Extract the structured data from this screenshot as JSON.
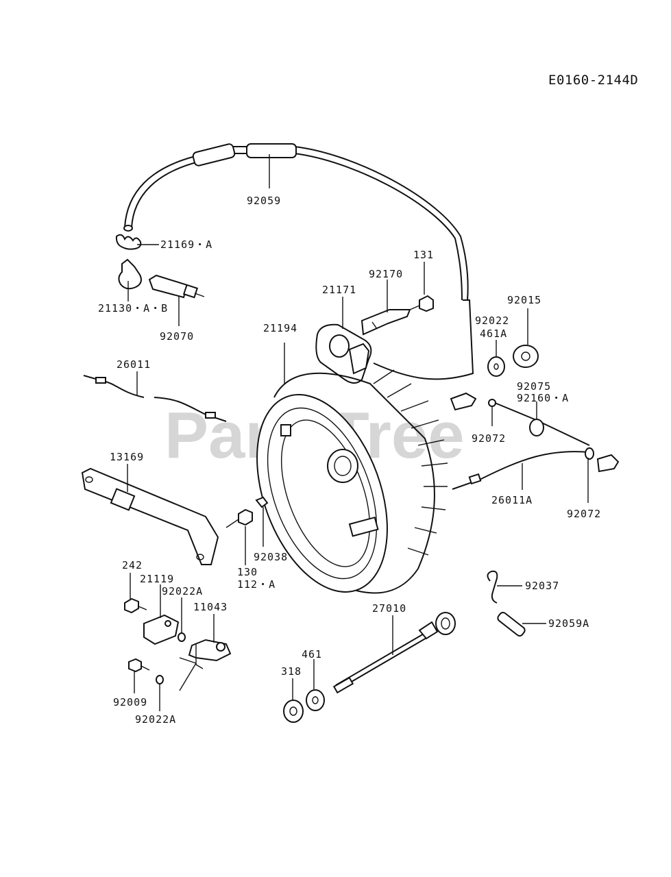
{
  "diagram_code": "E0160-2144D",
  "watermark": "PartsTree",
  "labels": {
    "p92059": "92059",
    "p21169A": "21169・A",
    "p21130AB": "21130・A・B",
    "p92070": "92070",
    "p131": "131",
    "p92170": "92170",
    "p21171": "21171",
    "p21194": "21194",
    "p92015": "92015",
    "p92022": "92022",
    "p461A": "461A",
    "p26011": "26011",
    "p92075": "92075",
    "p92160A": "92160・A",
    "p92072a": "92072",
    "p13169": "13169",
    "p26011A": "26011A",
    "p92072b": "92072",
    "p92038": "92038",
    "p130": "130",
    "p112A": "112・A",
    "p242": "242",
    "p21119": "21119",
    "p92022Aa": "92022A",
    "p11043": "11043",
    "p92037": "92037",
    "p27010": "27010",
    "p92059A": "92059A",
    "p461": "461",
    "p318": "318",
    "p92009": "92009",
    "p92022Ab": "92022A"
  }
}
